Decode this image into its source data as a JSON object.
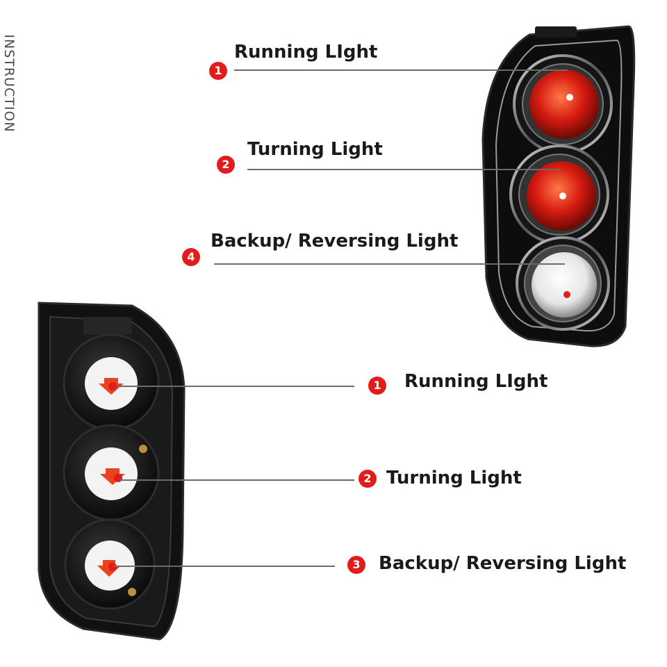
{
  "side_title": "INSTRUCTION",
  "front_view": {
    "callouts": [
      {
        "number": "1",
        "label": "Running LIght"
      },
      {
        "number": "2",
        "label": "Turning Light"
      },
      {
        "number": "4",
        "label": "Backup/ Reversing Light"
      }
    ]
  },
  "back_view": {
    "callouts": [
      {
        "number": "1",
        "label": "Running LIght"
      },
      {
        "number": "2",
        "label": "Turning Light"
      },
      {
        "number": "3",
        "label": "Backup/ Reversing Light"
      }
    ]
  },
  "colors": {
    "badge": "#e21b1b",
    "housing": "#0d0d0d",
    "red_lens": "#d61a10",
    "clear_lens": "#f2f2f2",
    "leader_line": "#6b6b6b"
  }
}
